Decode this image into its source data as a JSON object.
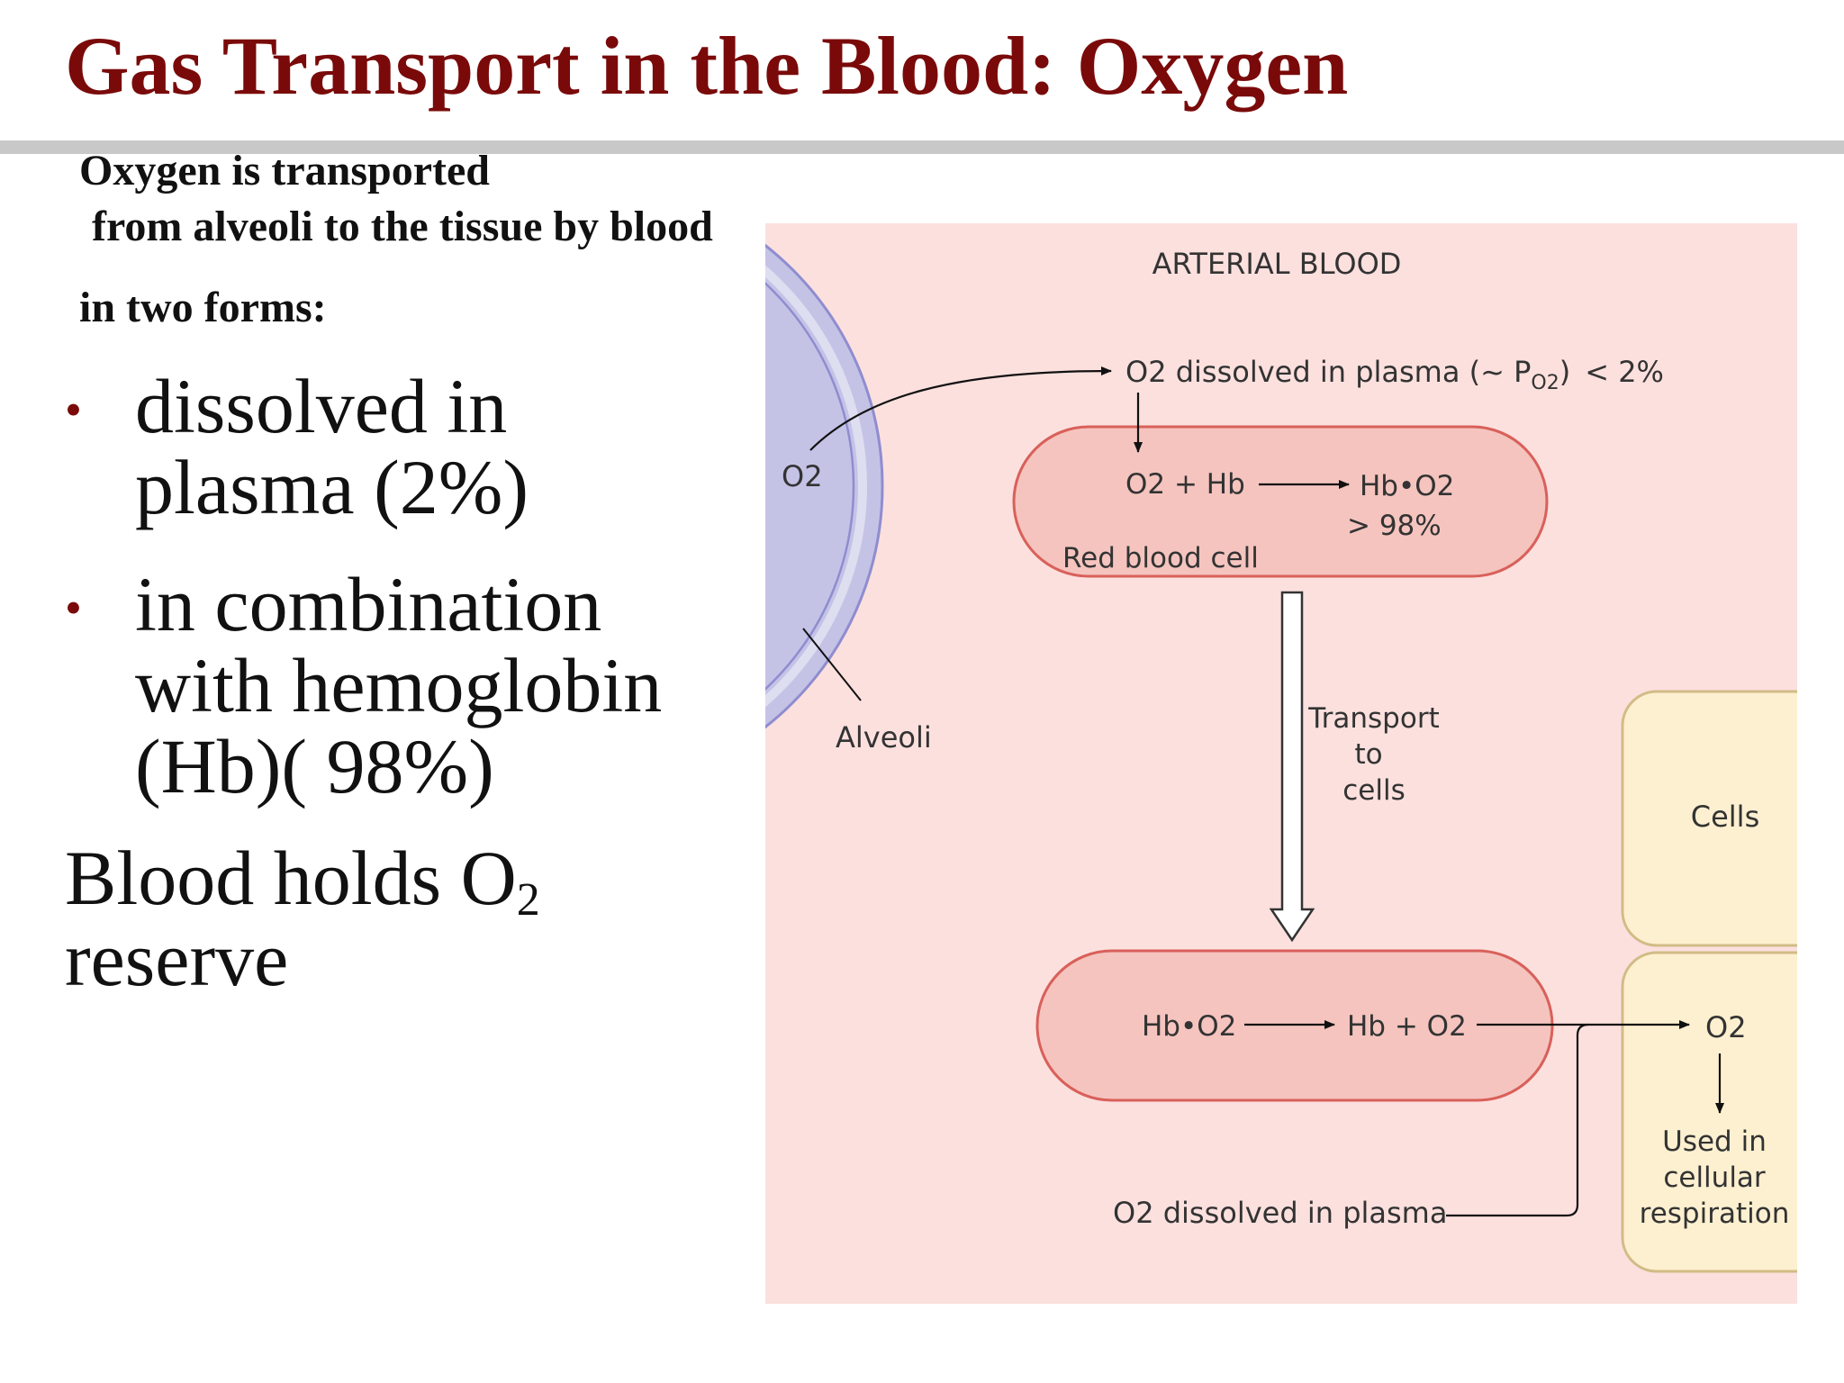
{
  "slide": {
    "title": "Gas Transport in the Blood: Oxygen",
    "intro_lines": [
      "Oxygen is transported",
      "from alveoli to the tissue by blood",
      "in two forms:"
    ],
    "bullets": [
      {
        "lines": [
          "dissolved in",
          "plasma (2%)"
        ]
      },
      {
        "lines": [
          "in combination",
          "with hemoglobin",
          "(Hb)( 98%)"
        ]
      }
    ],
    "reserve": {
      "line1_text": "Blood holds O",
      "line1_sub": "2",
      "line2": "reserve"
    }
  },
  "diagram": {
    "header": "ARTERIAL BLOOD",
    "alveoli_o2": "O2",
    "alveoli_label": "Alveoli",
    "dissolved_top": {
      "o2": "O2",
      "text": " dissolved in plasma (~ P",
      "po2_sub": "O2",
      "close": ")",
      "percent": "< 2%"
    },
    "rbc_top": {
      "left": "O2 + Hb",
      "right": "Hb•O2",
      "percent": "> 98%",
      "label": "Red blood cell"
    },
    "transport_label": [
      "Transport",
      "to",
      "cells"
    ],
    "rbc_bottom": {
      "left": "Hb•O2",
      "right": "Hb + O2"
    },
    "cells_label": "Cells",
    "cell_o2": "O2",
    "used_label": [
      "Used in",
      "cellular",
      "respiration"
    ],
    "dissolved_bottom": "O2 dissolved in plasma",
    "colors": {
      "panel_bg": "#fbe0de",
      "rbc_fill": "#f5c4bf",
      "rbc_stroke": "#d9605a",
      "alveoli_fill": "#c4c3e6",
      "alveoli_stroke": "#8f8dcf",
      "cells_fill": "#fdf0d0",
      "cells_stroke": "#d2bb86",
      "title_color": "#7a0a0a"
    }
  }
}
